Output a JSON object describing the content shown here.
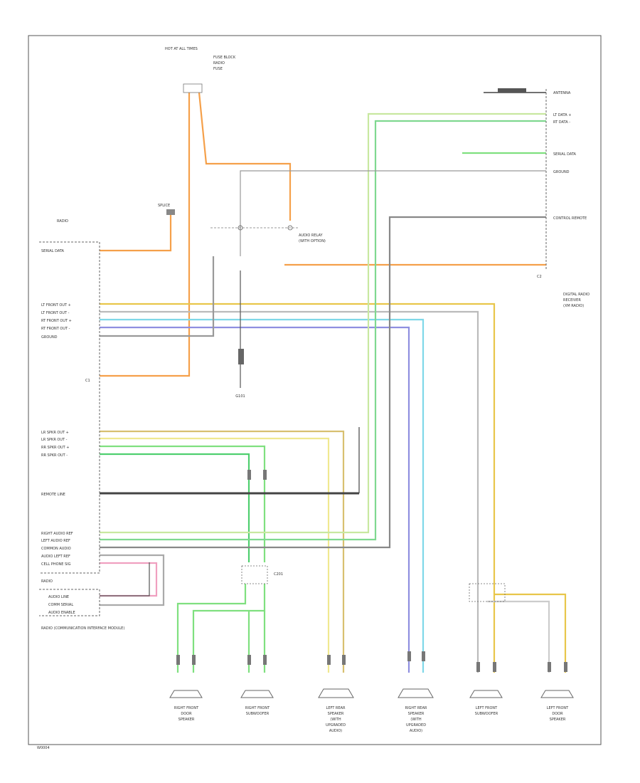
{
  "diagram": {
    "wire_colors": {
      "orange": "#f5a04a",
      "yellow": "#e8c64a",
      "tan": "#d8c060",
      "light_yellow": "#f0e890",
      "light_green": "#7fe07f",
      "dark_green": "#3fbf5f",
      "light_blue": "#7fd8e8",
      "dark_blue": "#7f7fd8",
      "gray": "#888888",
      "black": "#333333",
      "pink": "#f0a0c0",
      "white": "#dddddd"
    },
    "radio": {
      "header": "RADIO",
      "left_pins": [
        "SERIAL DATA",
        "LT FRONT OUT +",
        "LT FRONT OUT -",
        "RT FRONT OUT +",
        "RT FRONT OUT -",
        "GROUND",
        "LR SPKR OUT +",
        "LR SPKR OUT -",
        "RR SPKR OUT +",
        "RR SPKR OUT -",
        "REMOTE LINE",
        "RIGHT AUDIO REF",
        "LEFT AUDIO REF",
        "COMMON AUDIO",
        "AUDIO LEFT REF",
        "CELL PHONE SIG"
      ],
      "footer": "RADIO",
      "bottom_pins": [
        "AUDIO LINE",
        "COMM SERIAL",
        "AUDIO ENABLE"
      ],
      "caption": "RADIO (COMMUNICATION INTERFACE MODULE)"
    },
    "fuse": {
      "label": "HOT AT ALL TIMES",
      "desc": [
        "FUSE BLOCK",
        "RADIO",
        "FUSE"
      ]
    },
    "splice_top": "SPLICE",
    "ground_label": "G101",
    "right_module": {
      "pins": [
        "ANTENNA",
        "LT DATA +",
        "RT DATA -",
        "SERIAL DATA",
        "GROUND",
        "CONTROL REMOTE"
      ],
      "caption": [
        "DIGITAL RADIO",
        "RECEIVER",
        "(XM RADIO)"
      ]
    },
    "relay": {
      "label": [
        "AUDIO RELAY",
        "(WITH OPTION)"
      ]
    },
    "speakers": [
      {
        "label": [
          "RIGHT FRONT",
          "DOOR",
          "SPEAKER"
        ]
      },
      {
        "label": [
          "RIGHT FRONT",
          "SUBWOOFER"
        ]
      },
      {
        "label": [
          "LEFT REAR",
          "SPEAKER",
          "(WITH",
          "UPGRADED",
          "AUDIO)"
        ]
      },
      {
        "label": [
          "RIGHT REAR",
          "SPEAKER",
          "(WITH",
          "UPGRADED",
          "AUDIO)"
        ]
      },
      {
        "label": [
          "LEFT FRONT",
          "SUBWOOFER"
        ]
      },
      {
        "label": [
          "LEFT FRONT",
          "DOOR",
          "SPEAKER"
        ]
      }
    ],
    "connectors": {
      "c1": "C1",
      "c2": "C2"
    },
    "inline_connector": "C201",
    "footer_code": "W0004"
  }
}
